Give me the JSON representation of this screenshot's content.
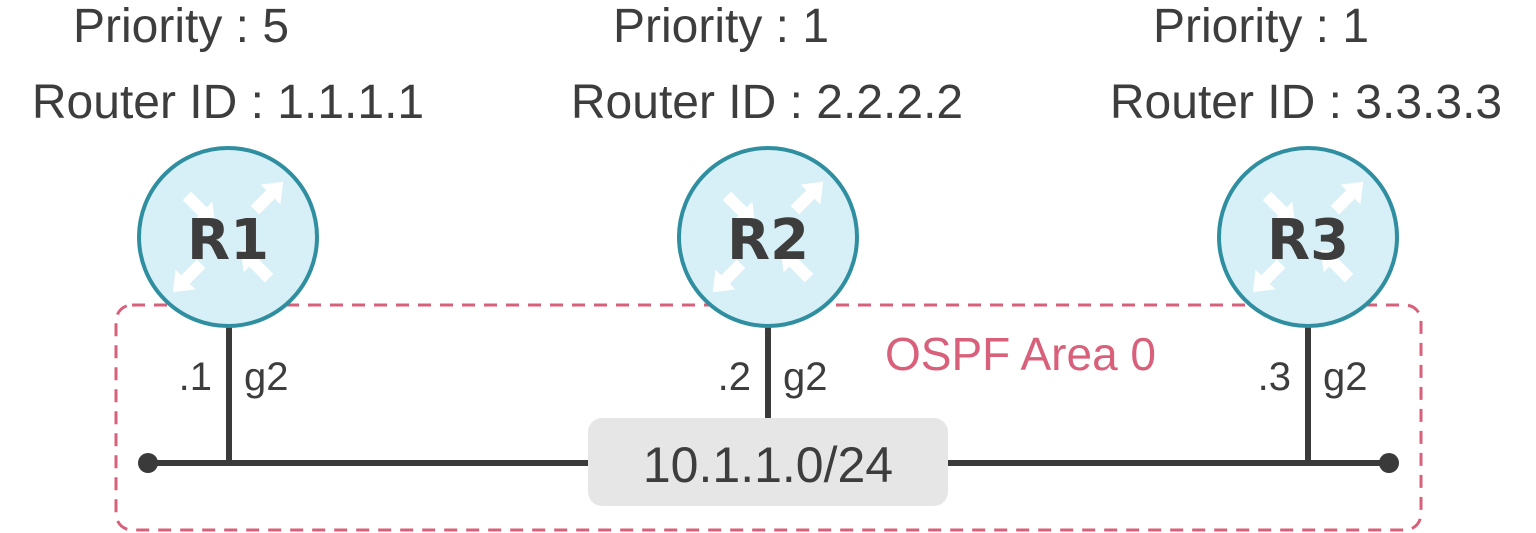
{
  "routers": [
    {
      "name": "R1",
      "priority_label": "Priority : 5",
      "router_id_label": "Router ID : 1.1.1.1",
      "interface": "g2",
      "host": ".1"
    },
    {
      "name": "R2",
      "priority_label": "Priority : 1",
      "router_id_label": "Router ID : 2.2.2.2",
      "interface": "g2",
      "host": ".2"
    },
    {
      "name": "R3",
      "priority_label": "Priority : 1",
      "router_id_label": "Router ID : 3.3.3.3",
      "interface": "g2",
      "host": ".3"
    }
  ],
  "segment": {
    "subnet": "10.1.1.0/24"
  },
  "area": {
    "label": "OSPF Area 0"
  },
  "colors": {
    "router_fill": "#d7eff6",
    "router_stroke": "#2f8fa0",
    "arrow": "#ffffff",
    "line": "#3a3a3a",
    "area": "#d9607a",
    "subnet_box": "#e6e6e6",
    "text": "#3d3d3d"
  }
}
